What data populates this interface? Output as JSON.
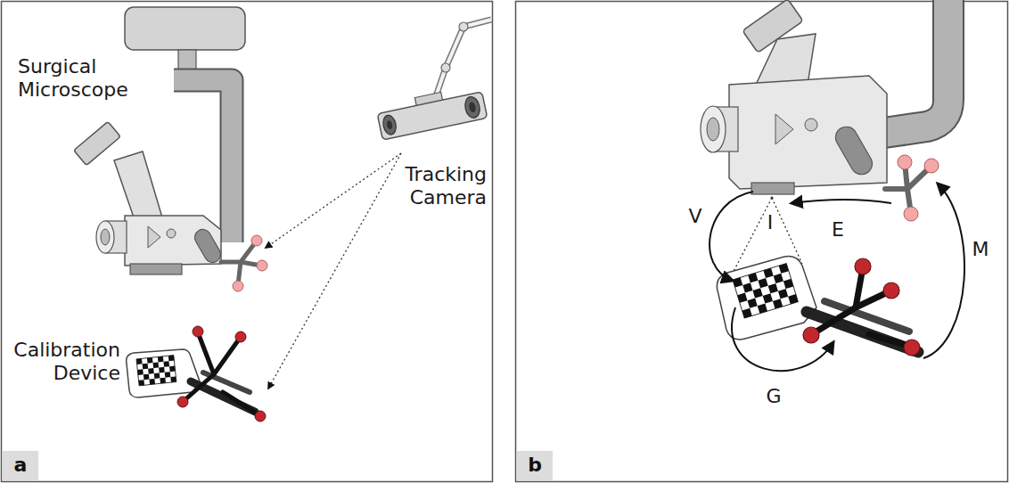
{
  "diagram": {
    "nodes": [
      {
        "text": [
          "a"
        ]
      },
      {
        "text": [
          "b"
        ]
      }
    ],
    "labels": [
      "Surgical Microscope",
      "Tracking Camera",
      "Calibration Device",
      "V",
      "I",
      "E",
      "M",
      "G"
    ]
  }
}
